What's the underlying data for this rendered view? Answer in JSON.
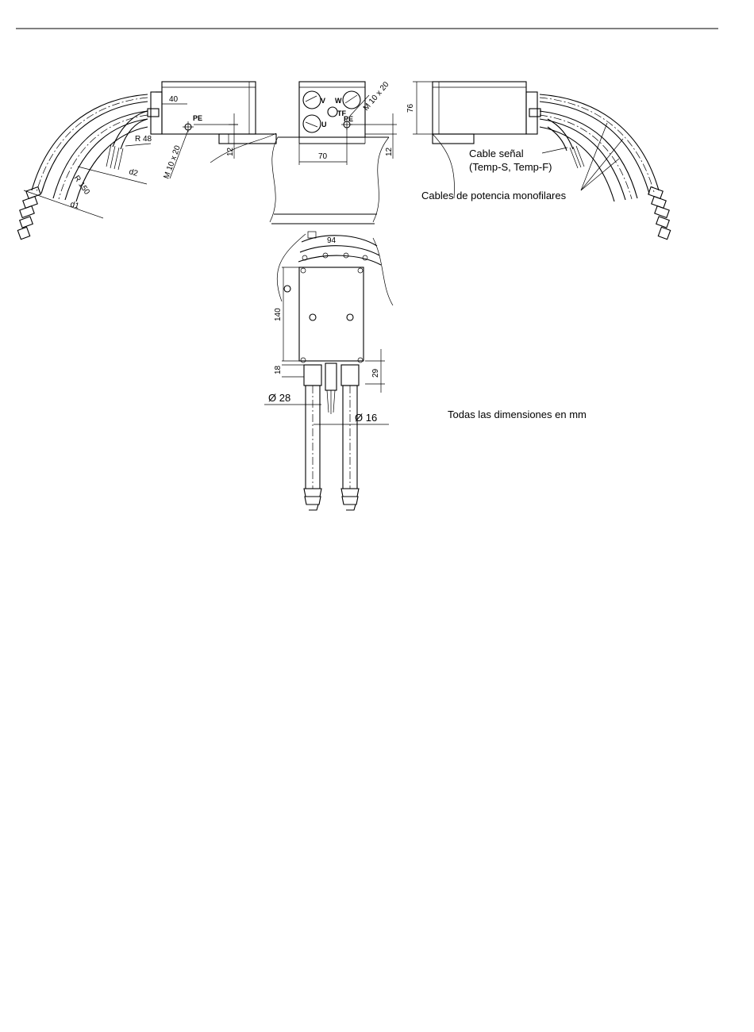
{
  "labels": {
    "cable_signal": "Cable señal",
    "cable_signal_types": "(Temp-S, Temp-F)",
    "power_cables": "Cables de potencia monofilares",
    "units_note": "Todas las dimensiones en mm"
  },
  "dimensions": {
    "d40": "40",
    "r48": "R 48",
    "r150": "R 150",
    "d2": "d2",
    "d1": "d1",
    "m10_left": "M 10 x 20",
    "m10_right": "M 10 x 20",
    "d12_left": "12",
    "d12_right": "12",
    "d70": "70",
    "d76": "76",
    "d94": "94",
    "d140": "140",
    "d18": "18",
    "d29": "29",
    "phi28": "Ø 28",
    "phi16": "Ø 16"
  },
  "terminals": {
    "pe_left": "PE",
    "pe_right": "PE",
    "v": "V",
    "w": "W",
    "u": "U",
    "tf": "TF"
  }
}
